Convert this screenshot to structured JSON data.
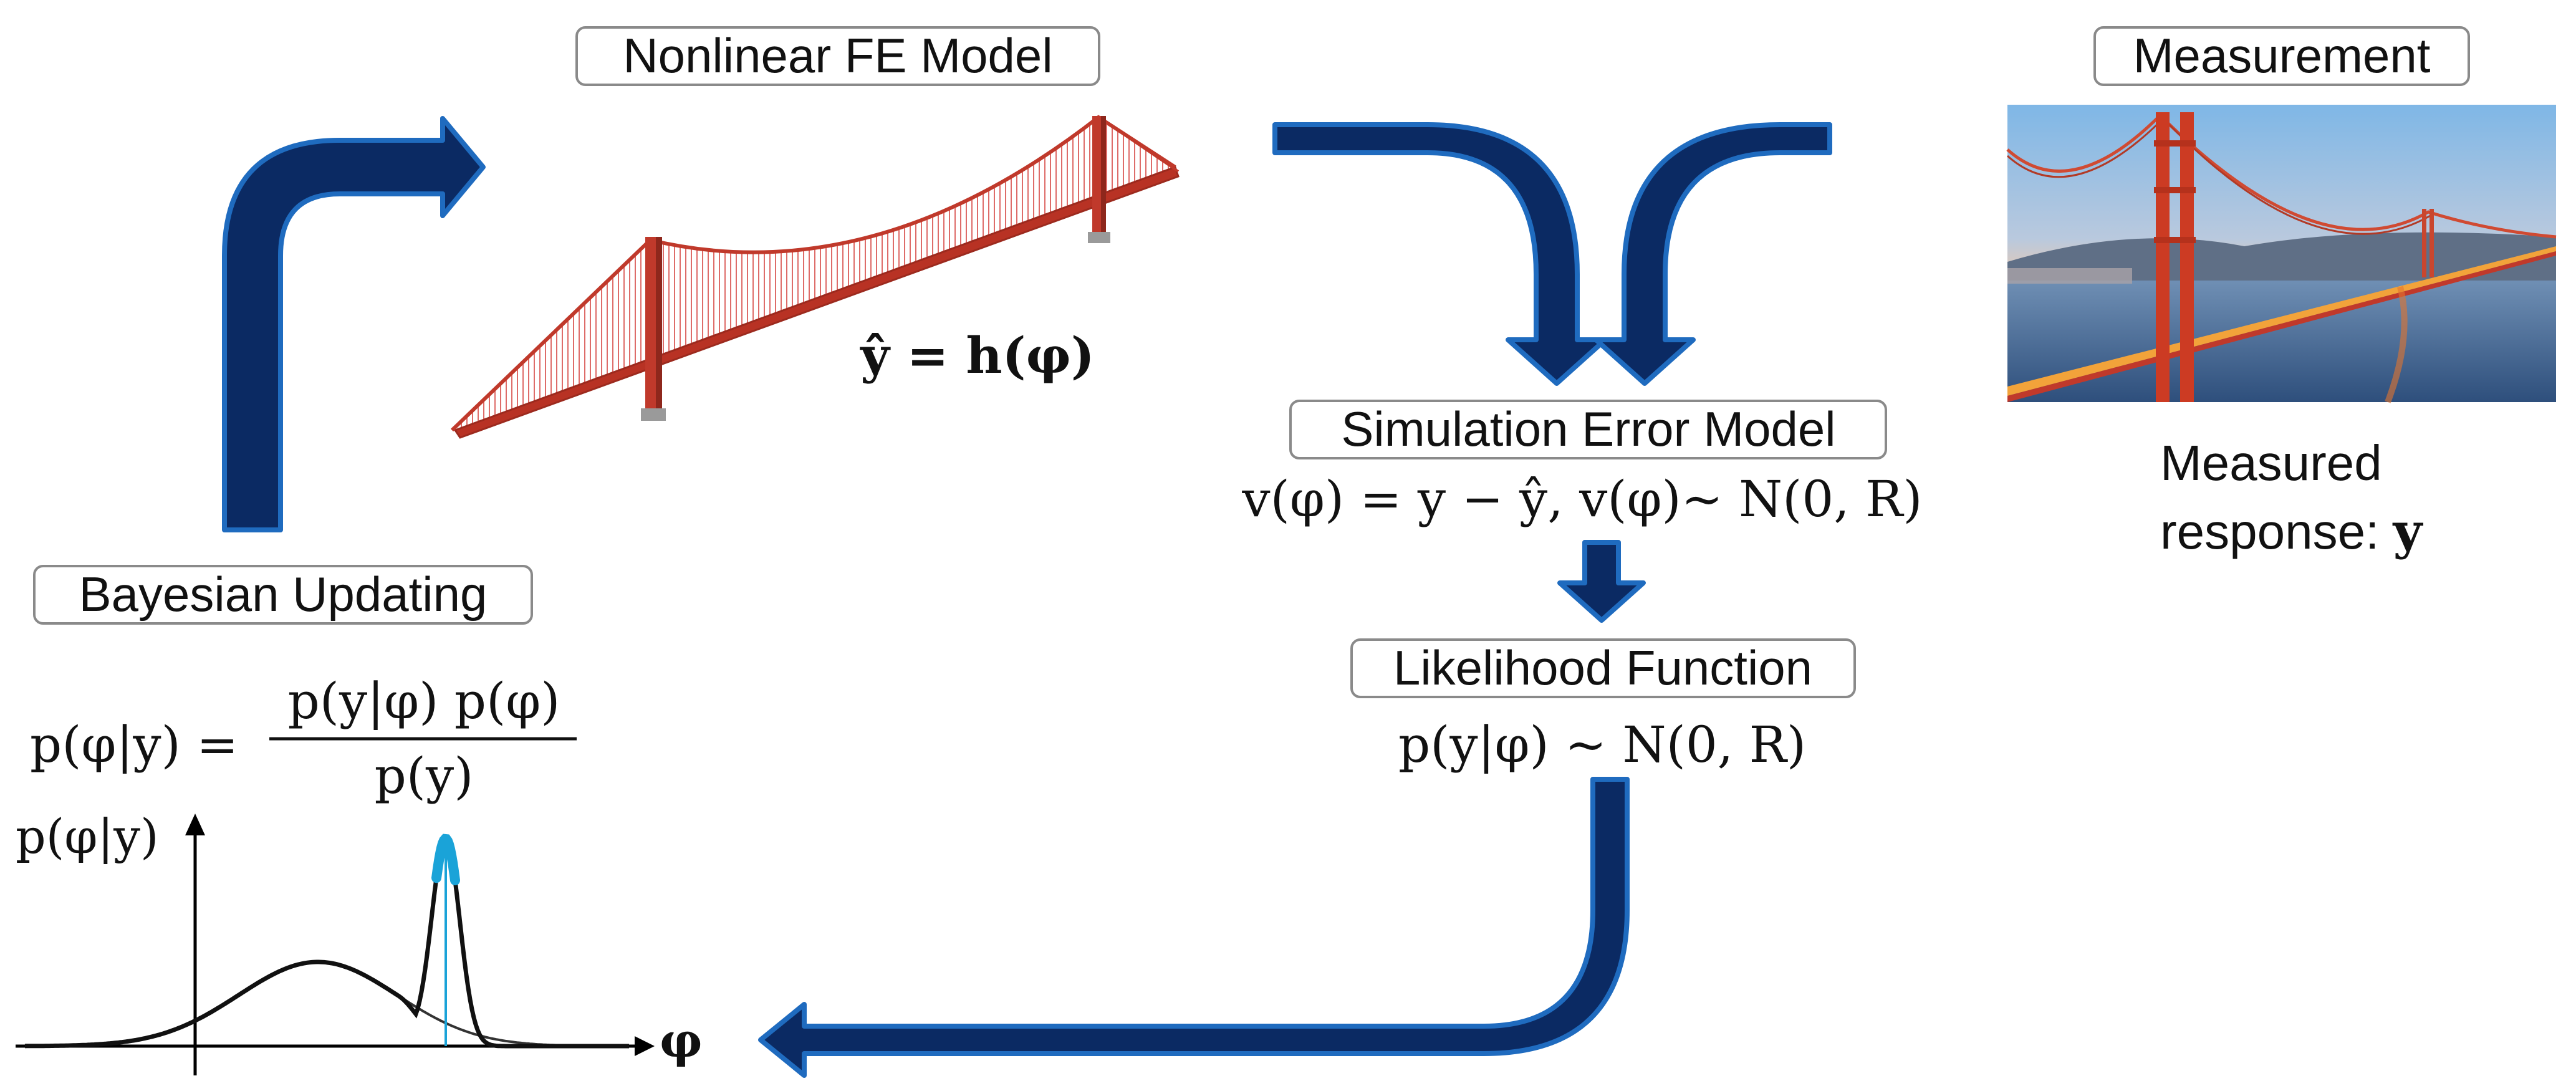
{
  "colors": {
    "arrow_fill": "#0b2a63",
    "arrow_edge": "#1f6bbf",
    "bridge_red": "#c0392b",
    "posterior_peak": "#1aa3d8",
    "box_border": "#8a8a8a"
  },
  "boxes": {
    "fe_model": "Nonlinear FE Model",
    "measurement": "Measurement",
    "simulation_error": "Simulation Error Model",
    "likelihood": "Likelihood Function",
    "bayesian_updating": "Bayesian Updating"
  },
  "equations": {
    "fe_response": "ŷ = h(φ)",
    "sim_error": "v(φ) = y − ŷ, v(φ)~ N(0, R)",
    "likelihood": "p(y|φ) ~ N(0, R)",
    "bayes_lhs": "p(φ|y) =",
    "bayes_numerator": "p(y|φ) p(φ)",
    "bayes_denominator": "p(y)",
    "posterior_axis_y": "p(φ|y)",
    "posterior_axis_x": "φ"
  },
  "measured": {
    "line1": "Measured",
    "line2_text": "response: ",
    "line2_symbol": "y"
  },
  "icons": {
    "fe_model_image": "suspension-bridge-wireframe-icon",
    "measurement_photo": "golden-gate-bridge-photo-icon"
  }
}
